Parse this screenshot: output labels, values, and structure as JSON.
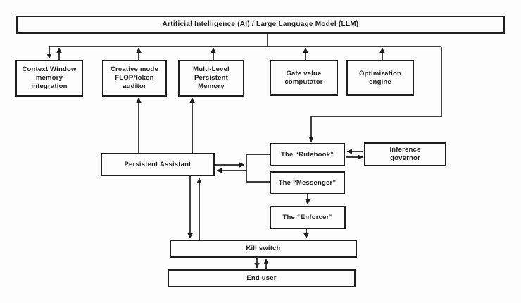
{
  "diagram_title": "AI / LLM governance flowchart",
  "colors": {
    "line": "#1e1e1e",
    "box_border": "#1e1e1e",
    "text": "#1e1e1e",
    "background": "#fdfdfd"
  },
  "nodes": {
    "ai_llm": {
      "label": "Artificial Intelligence (AI) / Large Language Model  (LLM)"
    },
    "context_window": {
      "label": "Context Window\nmemory\nintegration"
    },
    "creative_mode": {
      "label": "Creative mode\nFLOP/token\nauditor"
    },
    "multi_level": {
      "label": "Multi-Level\nPersistent\nMemory"
    },
    "gate_value": {
      "label": "Gate value\ncomputator"
    },
    "optimization": {
      "label": "Optimization\nengine"
    },
    "persistent_assistant": {
      "label": "Persistent Assistant"
    },
    "rulebook": {
      "label": "The “Rulebook”"
    },
    "inference_governor": {
      "label": "Inference\ngovernor"
    },
    "messenger": {
      "label": "The “Messenger”"
    },
    "enforcer": {
      "label": "The “Enforcer”"
    },
    "kill_switch": {
      "label": "Kill switch"
    },
    "end_user": {
      "label": "End user"
    }
  },
  "edges": [
    "ai_llm -> context_window",
    "context_window -> ai_llm",
    "creative_mode -> ai_llm",
    "multi_level -> ai_llm",
    "gate_value -> ai_llm",
    "optimization -> ai_llm",
    "ai_llm -> rulebook",
    "persistent_assistant -> creative_mode",
    "persistent_assistant -> multi_level",
    "persistent_assistant -> rulebook_messenger_junction",
    "rulebook_messenger_junction -> persistent_assistant",
    "inference_governor -> rulebook",
    "rulebook -> inference_governor",
    "messenger -> enforcer",
    "enforcer -> kill_switch",
    "persistent_assistant -> kill_switch",
    "kill_switch -> persistent_assistant",
    "kill_switch -> end_user",
    "end_user -> kill_switch"
  ]
}
